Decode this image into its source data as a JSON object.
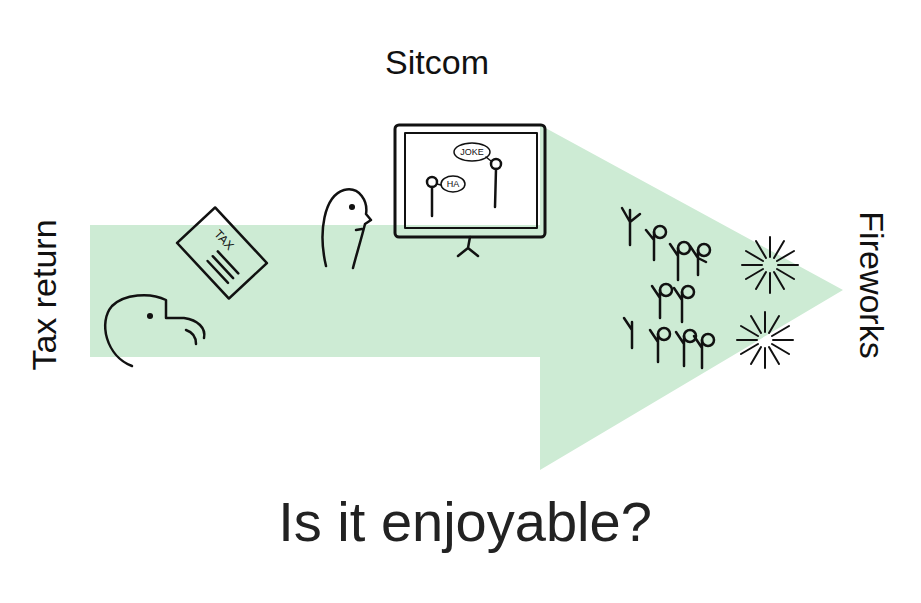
{
  "diagram": {
    "caption": "Is it enjoyable?",
    "labels": [
      "Sitcom",
      "Tax return",
      "Fireworks",
      "TAX",
      "JOKE",
      "HA"
    ]
  }
}
